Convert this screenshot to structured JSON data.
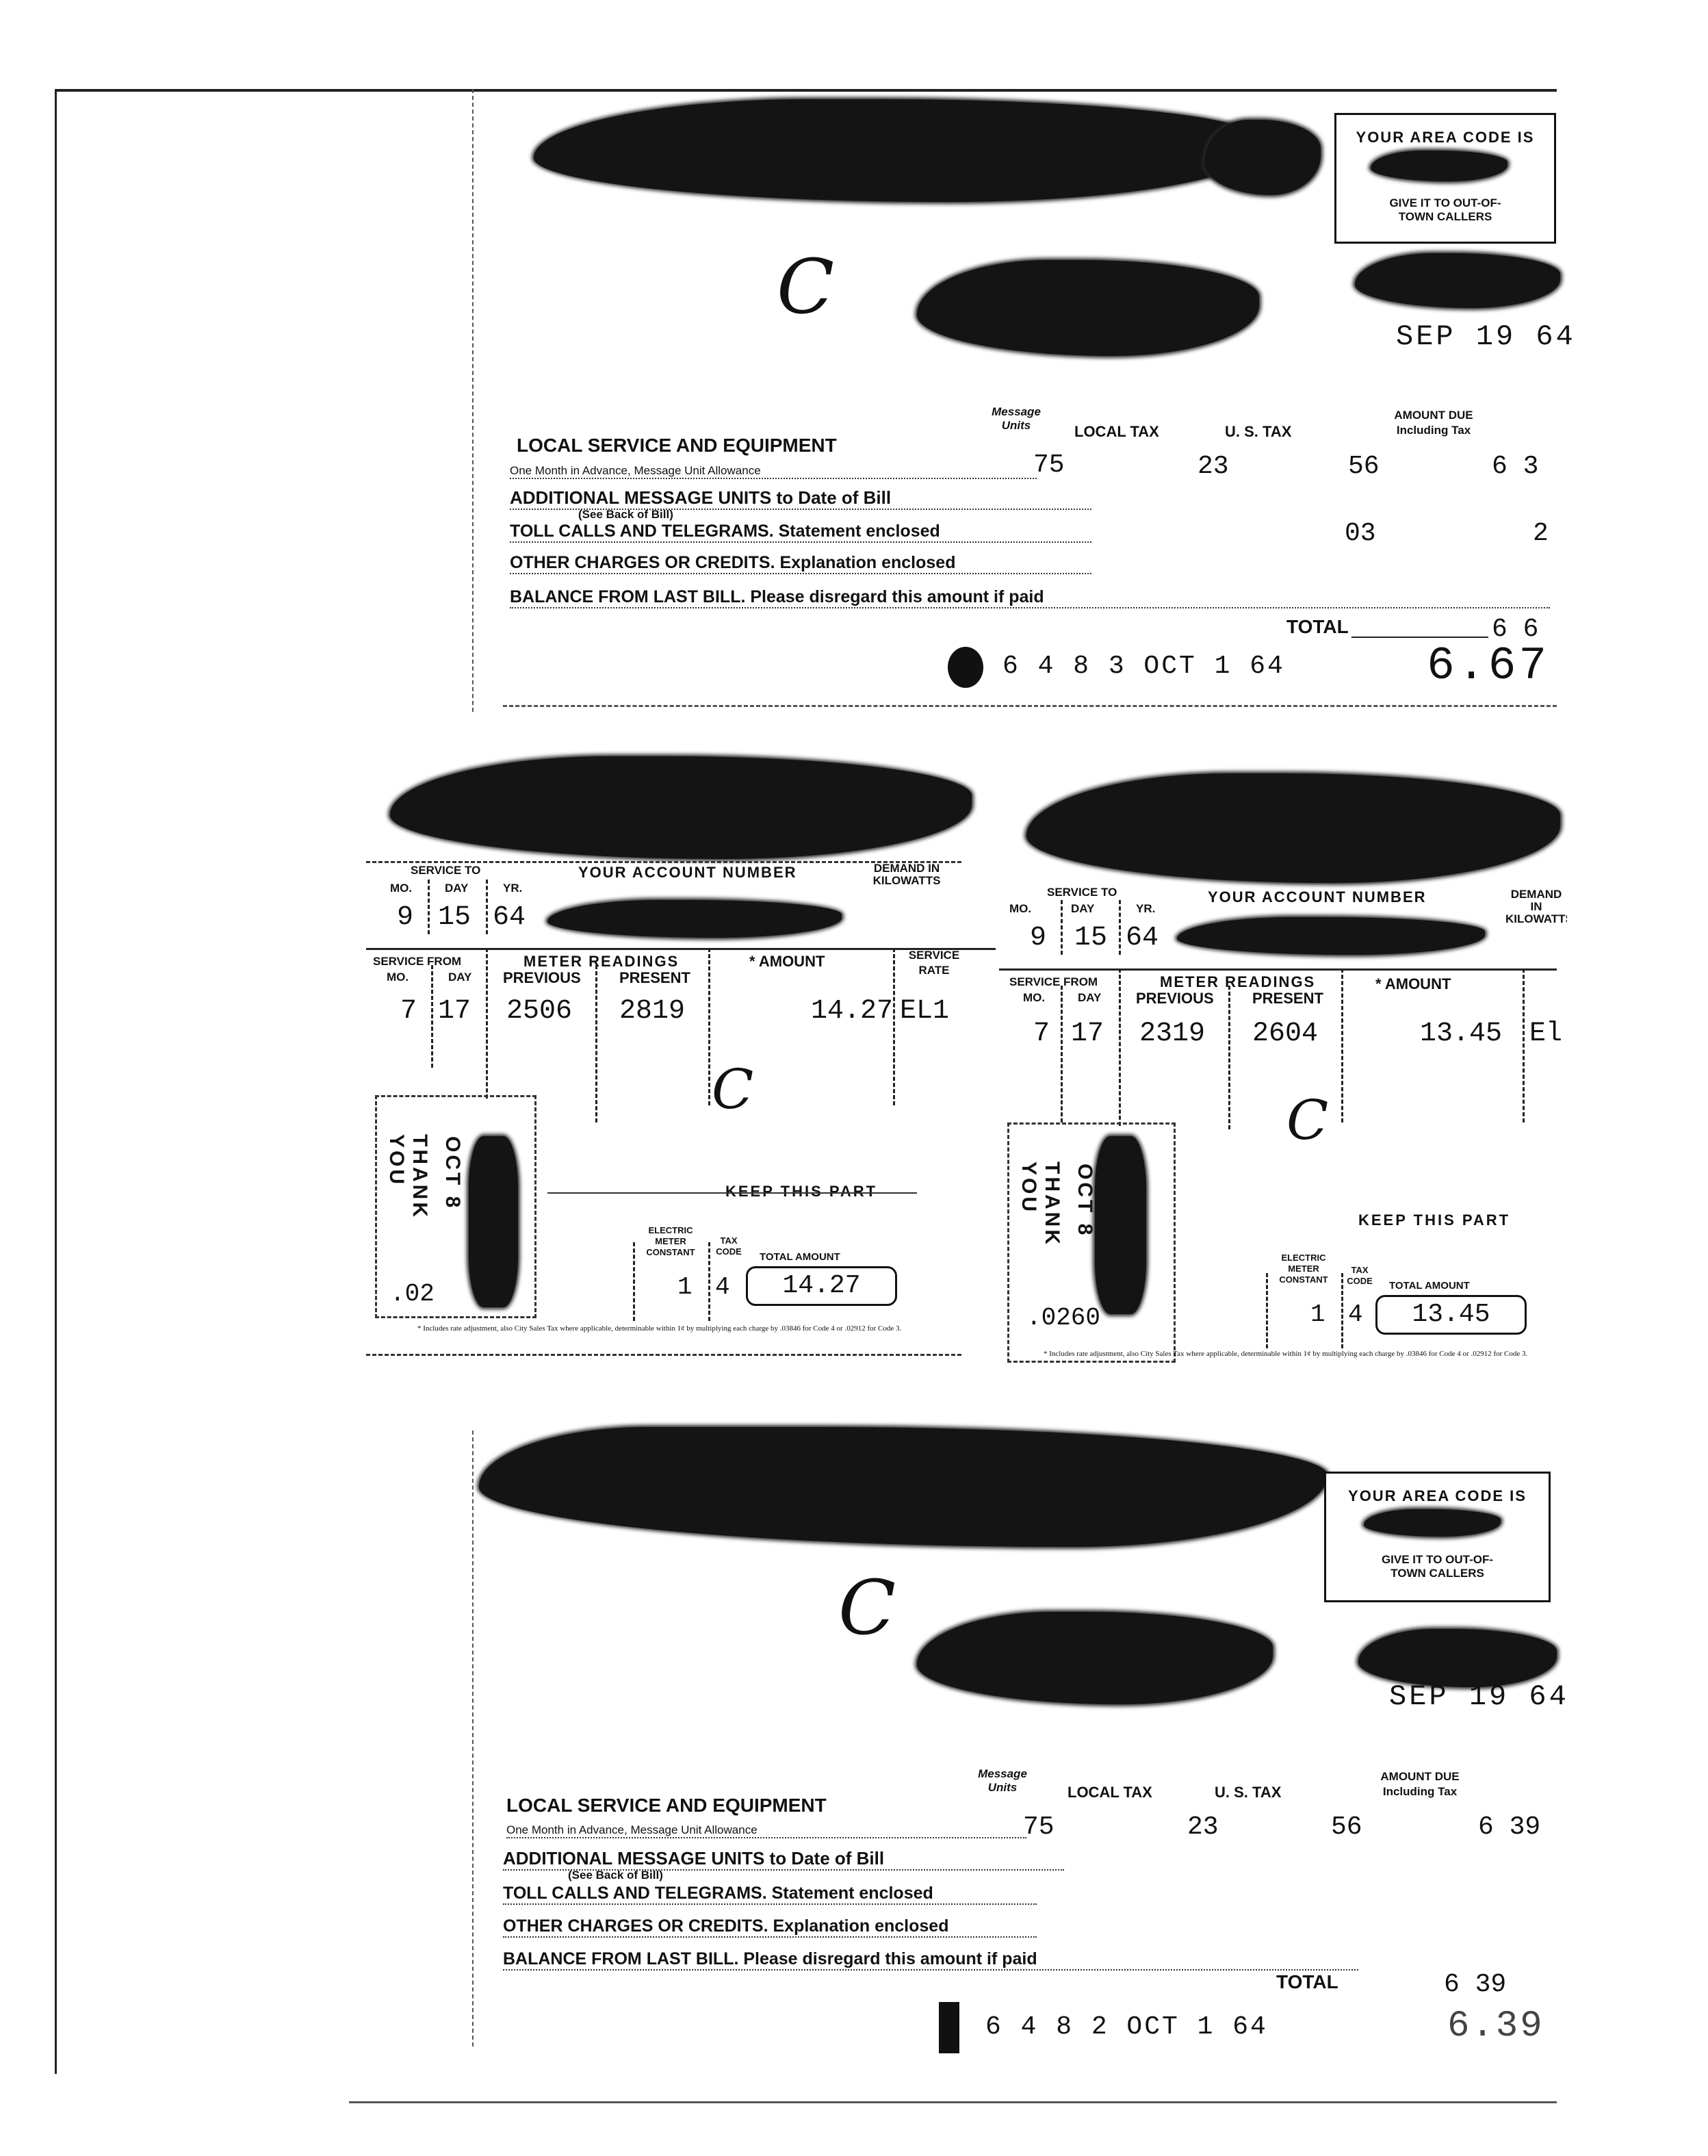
{
  "phone_bill_top": {
    "area_code_title": "YOUR AREA CODE IS",
    "area_code_note": "GIVE IT TO OUT-OF-TOWN CALLERS",
    "check_mark": "C",
    "bill_date": "SEP 19 64",
    "headers": {
      "message_units": "Message Units",
      "local_tax": "LOCAL TAX",
      "us_tax": "U. S. TAX",
      "amount_due": "AMOUNT DUE Including Tax"
    },
    "rows": {
      "local_service": "LOCAL SERVICE AND EQUIPMENT",
      "one_month": "One Month in Advance, Message Unit Allowance",
      "additional": "ADDITIONAL MESSAGE UNITS to Date of Bill",
      "see_back": "(See Back of Bill)",
      "toll": "TOLL CALLS AND TELEGRAMS. Statement enclosed",
      "other": "OTHER CHARGES OR CREDITS. Explanation enclosed",
      "balance": "BALANCE FROM LAST BILL. Please disregard this amount if paid"
    },
    "values": {
      "units": "75",
      "local_tax": "23",
      "us_tax": "56",
      "amount": "6 3",
      "toll_us_tax": "03",
      "toll_amount": "2"
    },
    "total_label": "TOTAL",
    "total_value": "6 6",
    "stamp_code": "6 4 8 3 OCT 1 64",
    "paid_amount": "6.67"
  },
  "electric_left": {
    "service_to_label": "SERVICE TO",
    "mo_label": "MO.",
    "day_label": "DAY",
    "yr_label": "YR.",
    "mo": "9",
    "day": "15",
    "yr": "64",
    "account_label": "YOUR ACCOUNT NUMBER",
    "demand_label": "DEMAND IN KILOWATTS",
    "service_from_label": "SERVICE FROM",
    "from_mo": "7",
    "from_day": "17",
    "meter_label": "METER READINGS",
    "previous_label": "PREVIOUS",
    "present_label": "PRESENT",
    "previous": "2506",
    "present": "2819",
    "amount_label": "* AMOUNT",
    "amount": "14.27",
    "rate_label": "SERVICE RATE",
    "rate": "EL1",
    "check_mark": "C",
    "keep_label": "KEEP THIS PART",
    "stamp_text": "THANK YOU",
    "stamp_date": "OCT 8",
    "cent_rate": ".02",
    "const_label": "ELECTRIC METER CONSTANT",
    "tax_code_label": "TAX CODE",
    "total_label": "TOTAL AMOUNT",
    "constant": "1",
    "tax_code": "4",
    "total": "14.27",
    "footnote": "* Includes rate adjustment, also City Sales Tax where applicable, determinable within 1¢ by multiplying each charge by .03846 for Code 4 or .02912 for Code 3."
  },
  "electric_right": {
    "service_to_label": "SERVICE TO",
    "mo_label": "MO.",
    "day_label": "DAY",
    "yr_label": "YR.",
    "mo": "9",
    "day": "15",
    "yr": "64",
    "account_label": "YOUR ACCOUNT NUMBER",
    "demand_label": "DEMAND IN KILOWATTS",
    "service_from_label": "SERVICE FROM",
    "from_mo": "7",
    "from_day": "17",
    "meter_label": "METER READINGS",
    "previous_label": "PREVIOUS",
    "present_label": "PRESENT",
    "previous": "2319",
    "present": "2604",
    "amount_label": "* AMOUNT",
    "amount": "13.45",
    "rate": "El",
    "check_mark": "C",
    "keep_label": "KEEP THIS PART",
    "stamp_text": "THANK YOU",
    "stamp_date": "OCT 8",
    "cent_rate": ".0260",
    "const_label": "ELECTRIC METER CONSTANT",
    "tax_code_label": "TAX CODE",
    "total_label": "TOTAL AMOUNT",
    "constant": "1",
    "tax_code": "4",
    "total": "13.45",
    "footnote": "* Includes rate adjustment, also City Sales Tax where applicable, determinable within 1¢ by multiplying each charge by .03846 for Code 4 or .02912 for Code 3."
  },
  "phone_bill_bottom": {
    "area_code_title": "YOUR AREA CODE IS",
    "area_code_note": "GIVE IT TO OUT-OF-TOWN CALLERS",
    "check_mark": "C",
    "bill_date": "SEP 19 64",
    "headers": {
      "message_units": "Message Units",
      "local_tax": "LOCAL TAX",
      "us_tax": "U. S. TAX",
      "amount_due": "AMOUNT DUE Including Tax"
    },
    "rows": {
      "local_service": "LOCAL SERVICE AND EQUIPMENT",
      "one_month": "One Month in Advance, Message Unit Allowance",
      "additional": "ADDITIONAL MESSAGE UNITS to Date of Bill",
      "see_back": "(See Back of Bill)",
      "toll": "TOLL CALLS AND TELEGRAMS. Statement enclosed",
      "other": "OTHER CHARGES OR CREDITS. Explanation enclosed",
      "balance": "BALANCE FROM LAST BILL. Please disregard this amount if paid"
    },
    "values": {
      "units": "75",
      "local_tax": "23",
      "us_tax": "56",
      "amount": "6 39"
    },
    "total_label": "TOTAL",
    "total_value": "6 39",
    "stamp_code": "6 4 8 2 OCT 1 64",
    "paid_amount": "6.39"
  }
}
